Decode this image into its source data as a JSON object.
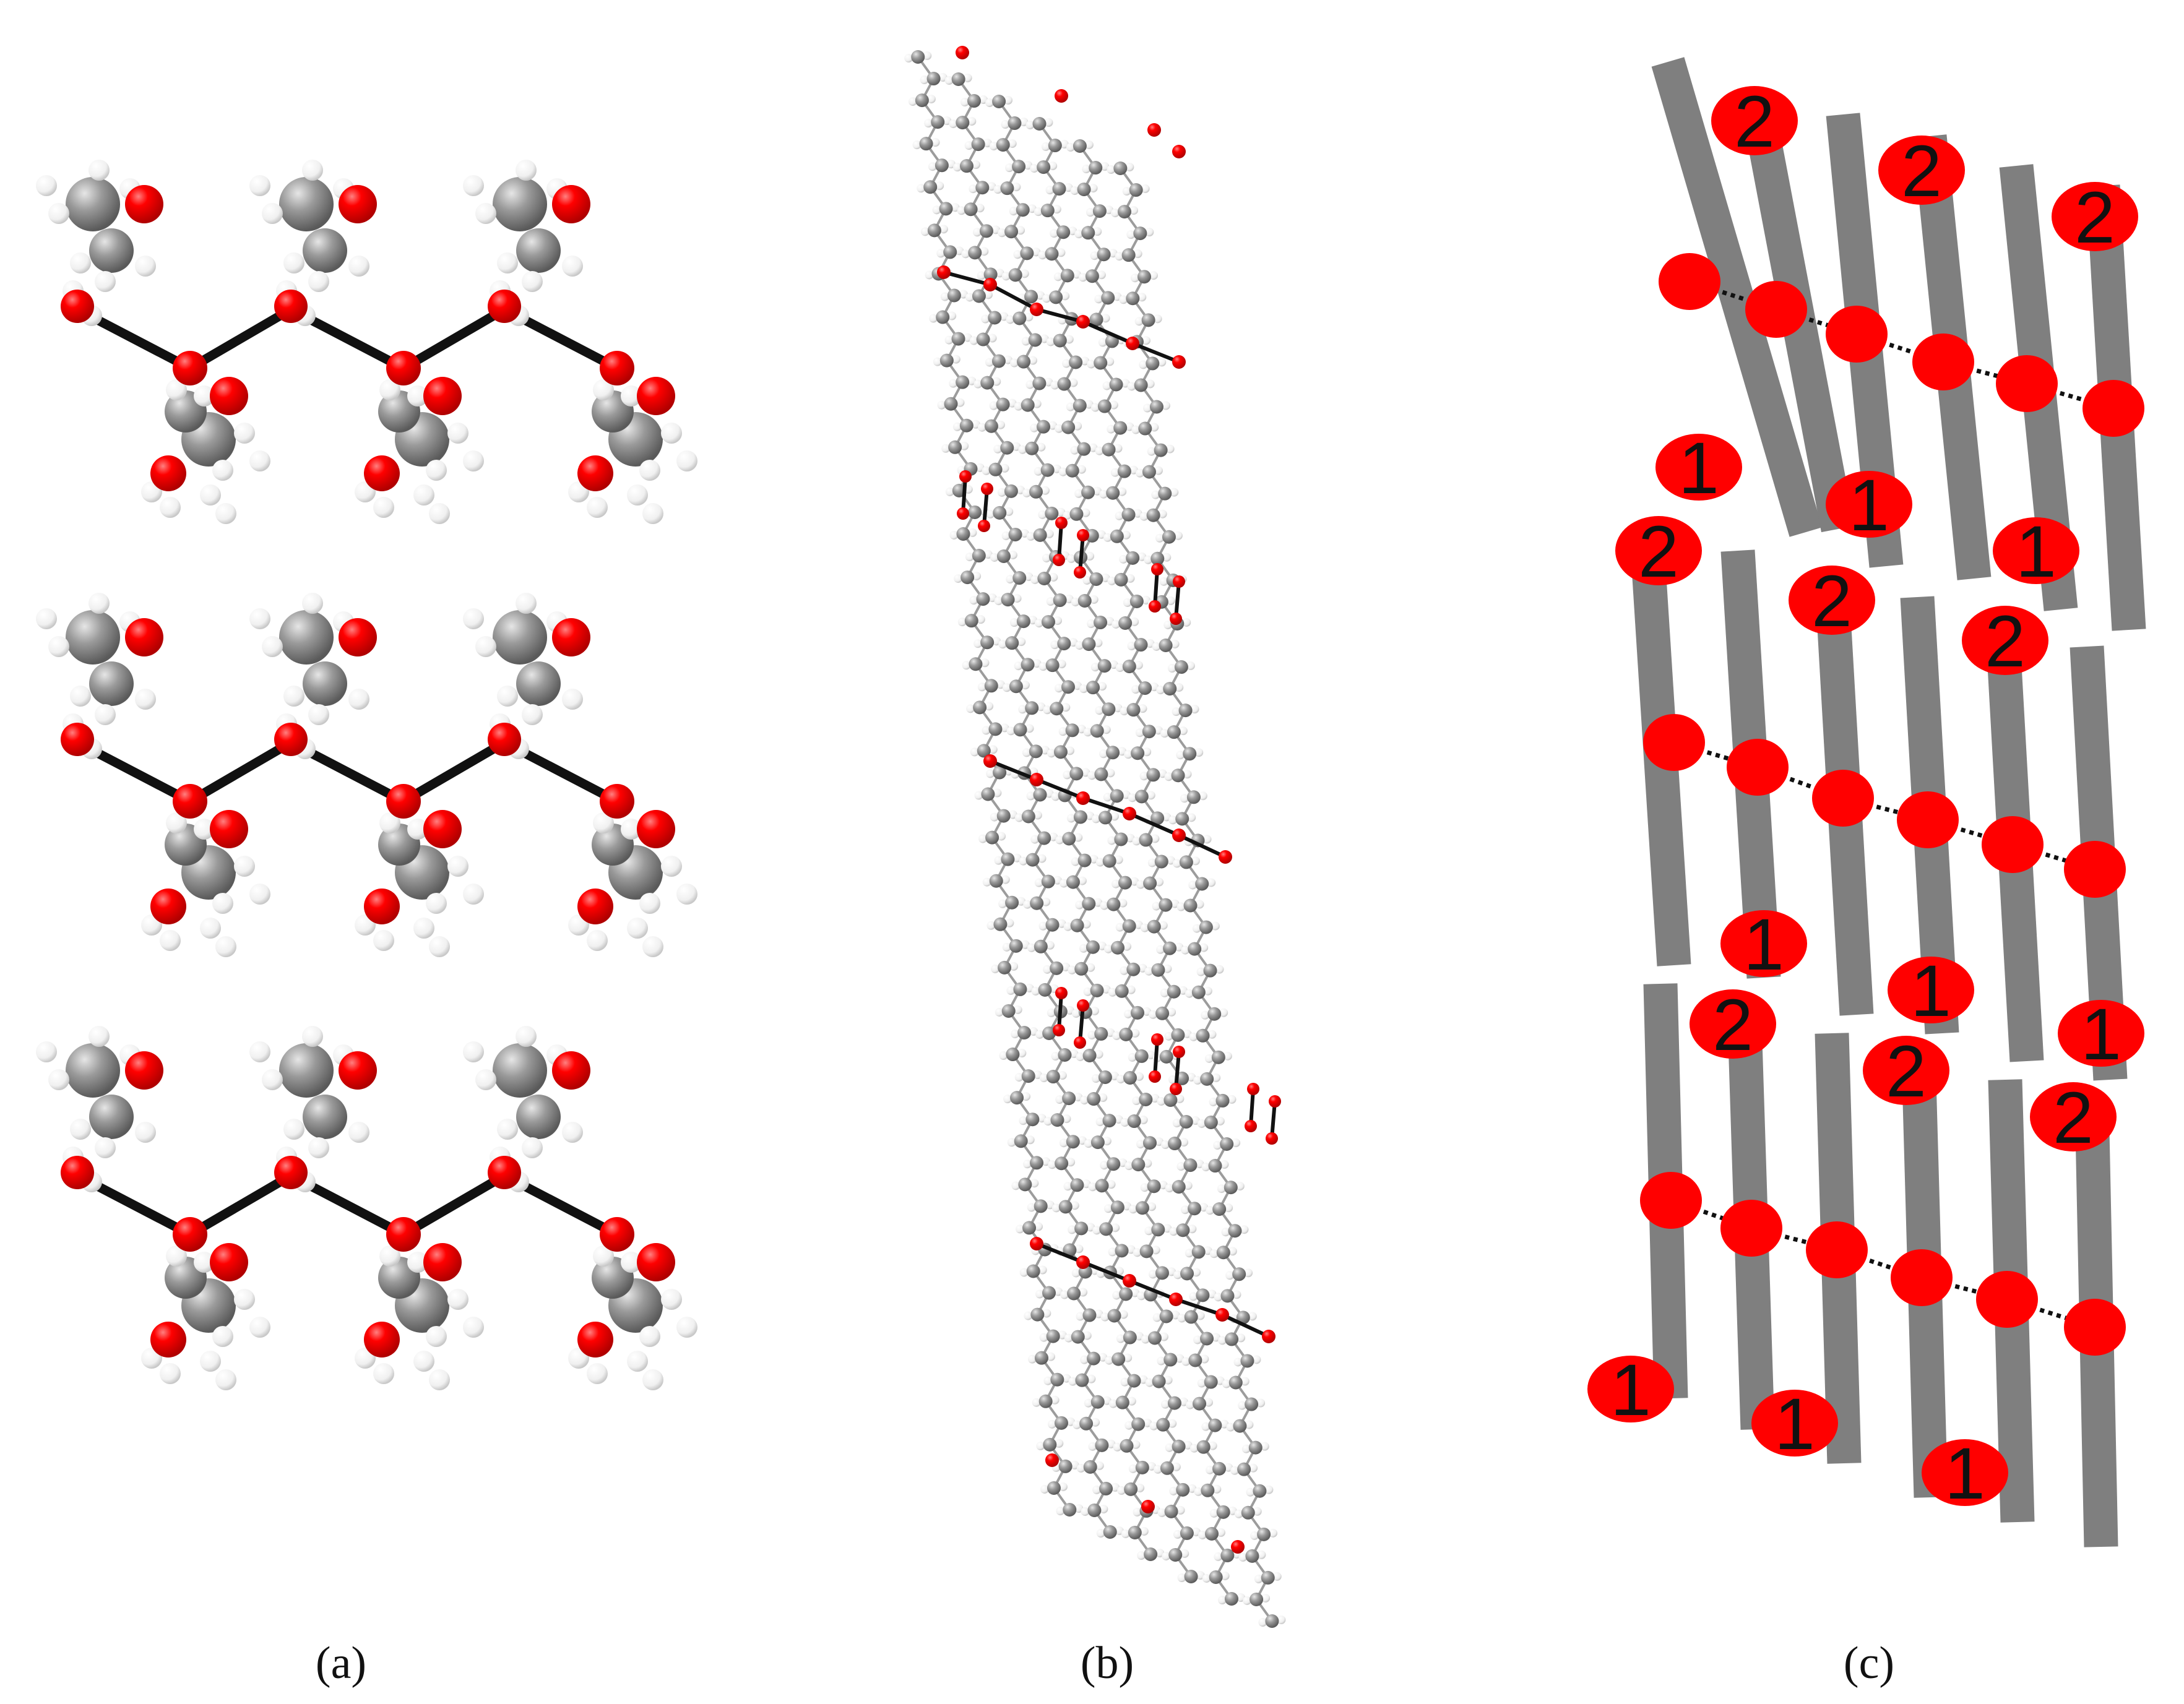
{
  "panels": [
    {
      "id": "a",
      "caption": "(a)"
    },
    {
      "id": "b",
      "caption": "(b)"
    },
    {
      "id": "c",
      "caption": "(c)"
    }
  ],
  "panel_c_labels": {
    "top": "2",
    "bottom": "1"
  },
  "colors": {
    "oxygen": "#ff0000",
    "carbon": "#8a8a8a",
    "hydrogen": "#f2f2f2",
    "bond": "#111111",
    "chain_bar": "#7f7f7f"
  }
}
